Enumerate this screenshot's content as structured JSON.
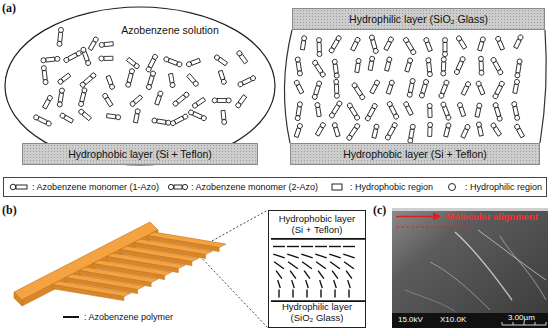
{
  "diagram": {
    "nodes": [
      {
        "text": [
          "Azobenzene solution"
        ]
      },
      {
        "text": [
          "Hydrophobic layer (Si + Teflon)"
        ]
      },
      {
        "text": [
          "Hydrophilic layer (SiO₂ Glass)"
        ]
      },
      {
        "text": [
          "Hydrophobic layer (Si + Teflon)"
        ]
      },
      {
        "text": [
          "Hydrophobic layer (Si + Teflon)",
          "Hydrophilic layer (SiO₂ Glass)"
        ]
      }
    ],
    "labels": [
      "(a)",
      "(b)",
      "(c)",
      "Molecular alignment",
      "15.0kV",
      "X10.0K",
      "3.00µm"
    ],
    "legend": [
      {
        "text": ": Azobenzene monomer (1-Azo)"
      },
      {
        "text": ": Azobenzene monomer (2-Azo)"
      },
      {
        "text": ": Hydrophobic region"
      },
      {
        "text": ": Hydrophilic region"
      },
      {
        "text": ": Azobenzene polymer"
      }
    ]
  }
}
